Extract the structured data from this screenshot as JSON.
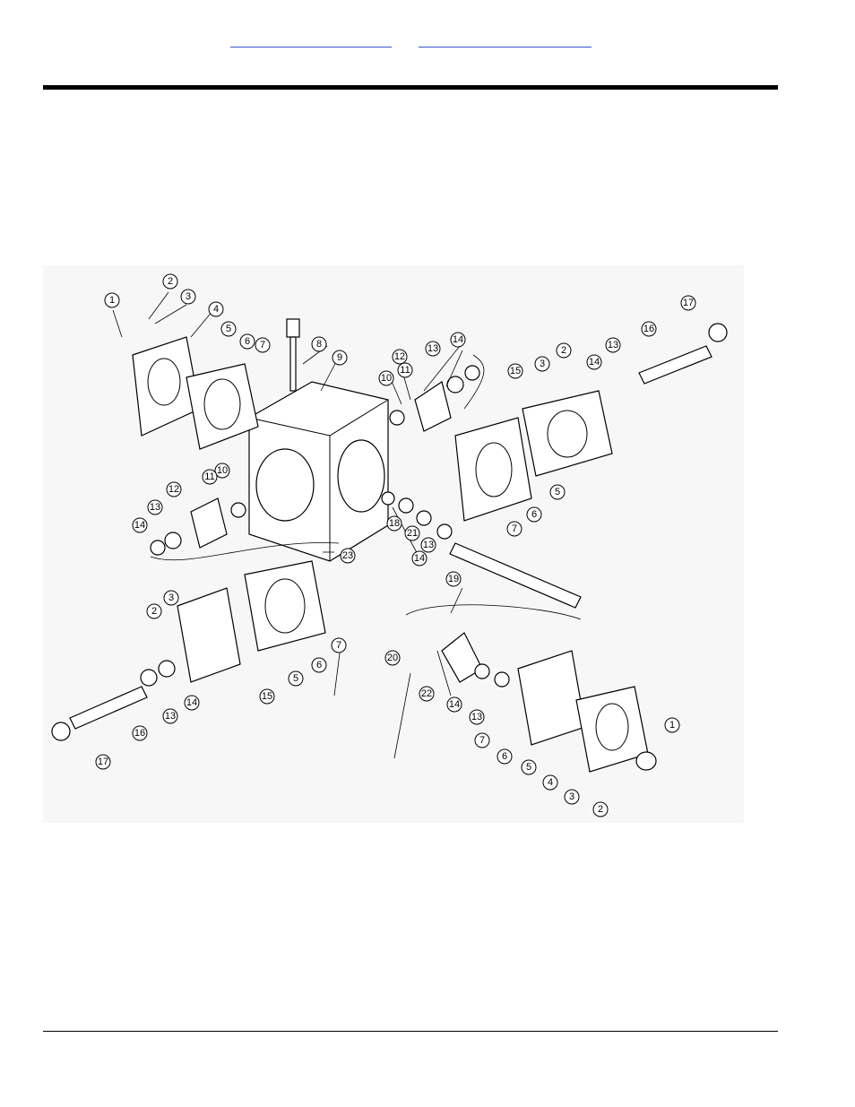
{
  "nav": {
    "links": [
      {
        "id": "link-left",
        "label": ""
      },
      {
        "id": "link-right",
        "label": ""
      }
    ],
    "link_color": "#3355cc"
  },
  "diagram": {
    "callouts": [
      "1",
      "2",
      "3",
      "4",
      "5",
      "6",
      "7",
      "8",
      "9",
      "10",
      "11",
      "12",
      "13",
      "14",
      "15",
      "16",
      "17",
      "18",
      "19",
      "20",
      "21",
      "22",
      "23"
    ]
  }
}
